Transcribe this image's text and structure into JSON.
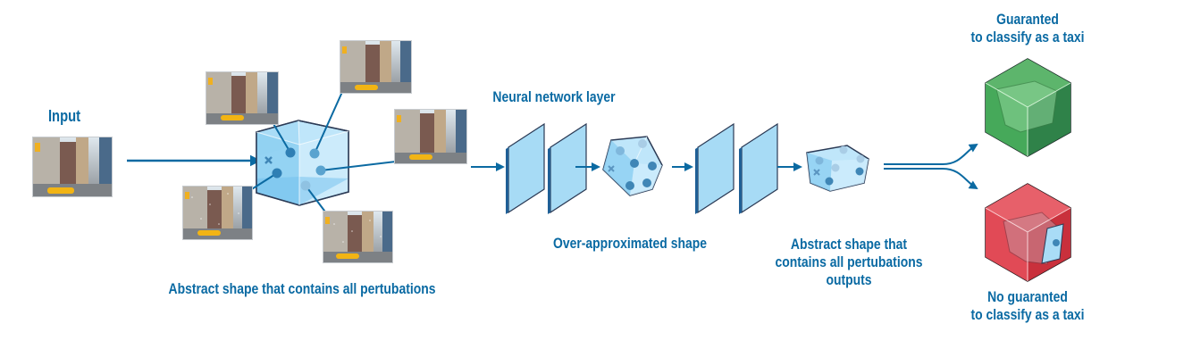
{
  "diagram": {
    "title": "Abstract interpretation verification of a neural network",
    "labels": {
      "input": "Input",
      "abstract_shape": "Abstract shape that contains all pertubations",
      "nn_layer": "Neural network layer",
      "over_approx": "Over-approximated shape",
      "abstract_output_line1": "Abstract shape that",
      "abstract_output_line2": "contains all pertubations",
      "abstract_output_line3": "outputs",
      "guaranteed_line1": "Guaranted",
      "guaranteed_line2": "to classify as a taxi",
      "not_guaranteed_line1": "No guaranted",
      "not_guaranteed_line2": "to classify as a taxi"
    },
    "images": [
      {
        "name": "input-image",
        "content": "city street with taxi"
      },
      {
        "name": "perturbed-image-1",
        "content": "city street with taxi"
      },
      {
        "name": "perturbed-image-2",
        "content": "city street with taxi"
      },
      {
        "name": "perturbed-image-3",
        "content": "city street with taxi"
      },
      {
        "name": "perturbed-image-4",
        "content": "noisy city street with taxi"
      },
      {
        "name": "perturbed-image-5",
        "content": "noisy city street with taxi"
      }
    ],
    "colors": {
      "text": "#0a6aa3",
      "arrow": "#0b6aa2",
      "shape_fill": "#8fd0f2",
      "layer_fill": "#a7dbf5",
      "success": "#4caf5f",
      "failure": "#e04450"
    }
  }
}
